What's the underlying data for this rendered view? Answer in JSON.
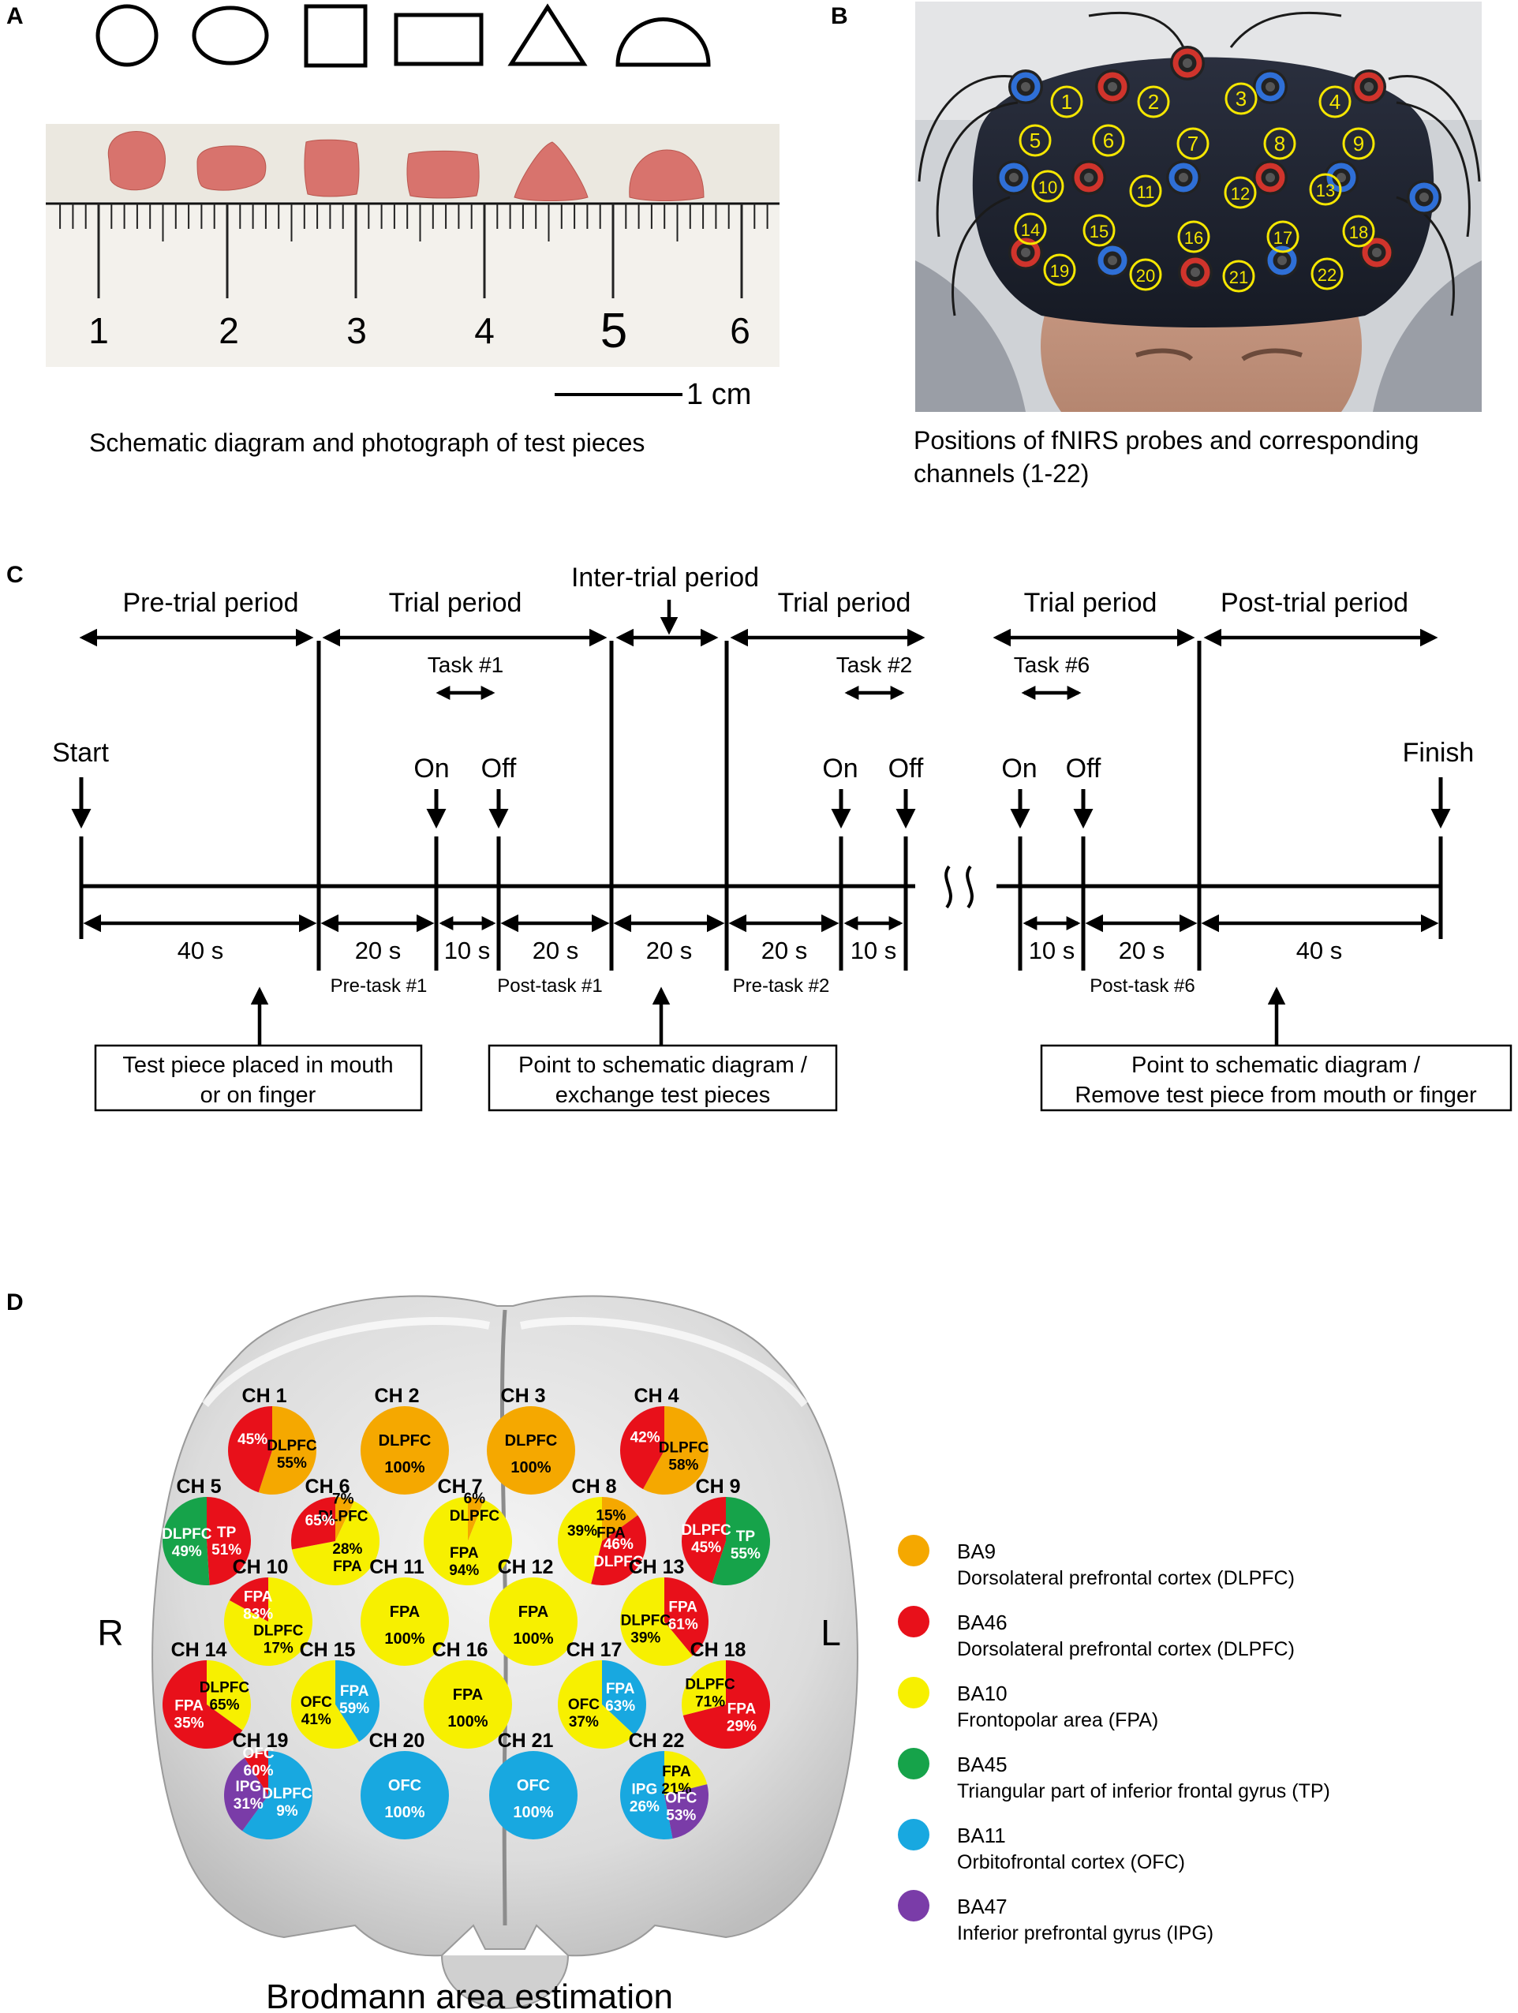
{
  "panel_a": {
    "letter": "A",
    "shapes": [
      "circle",
      "ellipse",
      "square",
      "rectangle",
      "triangle",
      "semicircle"
    ],
    "ruler_numbers": [
      "1",
      "2",
      "3",
      "4",
      "5",
      "6"
    ],
    "scale_label": "1 cm",
    "caption": "Schematic diagram and photograph of test pieces",
    "piece_color": "#d9736e",
    "ruler_bg": "#e9e6df"
  },
  "panel_b": {
    "letter": "B",
    "channels": [
      "1",
      "2",
      "3",
      "4",
      "5",
      "6",
      "7",
      "8",
      "9",
      "10",
      "11",
      "12",
      "13",
      "14",
      "15",
      "16",
      "17",
      "18",
      "19",
      "20",
      "21",
      "22"
    ],
    "caption_line1": "Positions of fNIRS probes and corresponding",
    "caption_line2": "channels (1-22)",
    "badge_color": "#f5e600"
  },
  "panel_c": {
    "letter": "C",
    "periods": {
      "pre_trial": "Pre-trial period",
      "trial1": "Trial period",
      "inter_trial": "Inter-trial period",
      "trial2": "Trial period",
      "trial6": "Trial period",
      "post_trial": "Post-trial period"
    },
    "tasks": {
      "task1": "Task #1",
      "task2": "Task #2",
      "task6": "Task #6"
    },
    "events": {
      "start": "Start",
      "finish": "Finish",
      "on": "On",
      "off": "Off"
    },
    "durations": [
      "40 s",
      "20 s",
      "10 s",
      "20 s",
      "20 s",
      "20 s",
      "10 s",
      "10 s",
      "20 s",
      "40 s"
    ],
    "sublabels": {
      "pre_task1": "Pre-task #1",
      "post_task1": "Post-task #1",
      "pre_task2": "Pre-task #2",
      "post_task6": "Post-task #6"
    },
    "boxes": {
      "box1_line1": "Test piece placed in mouth",
      "box1_line2": "or on finger",
      "box2_line1": "Point to schematic diagram /",
      "box2_line2": "exchange test pieces",
      "box3_line1": "Point to schematic diagram /",
      "box3_line2": "Remove test piece from mouth or finger"
    }
  },
  "panel_d": {
    "letter": "D",
    "side_r": "R",
    "side_l": "L",
    "title": "Brodmann area estimation",
    "colors": {
      "BA9": "#f5a800",
      "BA46": "#e8101a",
      "BA10": "#f7f000",
      "BA45": "#16a34a",
      "BA11": "#18a8e0",
      "BA47": "#7a3ca8"
    },
    "legend": [
      {
        "ba": "BA9",
        "desc": "Dorsolateral prefrontal cortex (DLPFC)"
      },
      {
        "ba": "BA46",
        "desc": "Dorsolateral prefrontal cortex (DLPFC)"
      },
      {
        "ba": "BA10",
        "desc": "Frontopolar area (FPA)"
      },
      {
        "ba": "BA45",
        "desc": "Triangular part of inferior frontal gyrus (TP)"
      },
      {
        "ba": "BA11",
        "desc": "Orbitofrontal cortex (OFC)"
      },
      {
        "ba": "BA47",
        "desc": "Inferior prefrontal gyrus (IPG)"
      }
    ],
    "channels": [
      {
        "name": "CH 1",
        "slices": [
          {
            "ba": "BA9",
            "pct": 55
          },
          {
            "ba": "BA46",
            "pct": 45
          }
        ],
        "labels": [
          "DLPFC",
          "55%",
          "45%"
        ]
      },
      {
        "name": "CH 2",
        "slices": [
          {
            "ba": "BA9",
            "pct": 100
          }
        ],
        "labels": [
          "DLPFC",
          "100%"
        ]
      },
      {
        "name": "CH 3",
        "slices": [
          {
            "ba": "BA9",
            "pct": 100
          }
        ],
        "labels": [
          "DLPFC",
          "100%"
        ]
      },
      {
        "name": "CH 4",
        "slices": [
          {
            "ba": "BA9",
            "pct": 58
          },
          {
            "ba": "BA46",
            "pct": 42
          }
        ],
        "labels": [
          "DLPFC",
          "58%",
          "42%"
        ]
      },
      {
        "name": "CH 5",
        "slices": [
          {
            "ba": "BA46",
            "pct": 49
          },
          {
            "ba": "BA45",
            "pct": 51
          }
        ],
        "labels": [
          "TP",
          "51%",
          "DLPFC",
          "49%"
        ]
      },
      {
        "name": "CH 6",
        "slices": [
          {
            "ba": "BA9",
            "pct": 7
          },
          {
            "ba": "BA10",
            "pct": 65
          },
          {
            "ba": "BA46",
            "pct": 28
          }
        ],
        "labels": [
          "7%",
          "DLPFC",
          "28%",
          "FPA",
          "65%"
        ]
      },
      {
        "name": "CH 7",
        "slices": [
          {
            "ba": "BA9",
            "pct": 6
          },
          {
            "ba": "BA10",
            "pct": 94
          }
        ],
        "labels": [
          "6%",
          "DLPFC",
          "FPA",
          "94%"
        ]
      },
      {
        "name": "CH 8",
        "slices": [
          {
            "ba": "BA9",
            "pct": 15
          },
          {
            "ba": "BA46",
            "pct": 39
          },
          {
            "ba": "BA10",
            "pct": 46
          }
        ],
        "labels": [
          "15%",
          "FPA",
          "46%",
          "DLPFC",
          "39%"
        ]
      },
      {
        "name": "CH 9",
        "slices": [
          {
            "ba": "BA45",
            "pct": 55
          },
          {
            "ba": "BA46",
            "pct": 45
          }
        ],
        "labels": [
          "TP",
          "55%",
          "DLPFC",
          "45%"
        ]
      },
      {
        "name": "CH 10",
        "slices": [
          {
            "ba": "BA10",
            "pct": 83
          },
          {
            "ba": "BA46",
            "pct": 17
          }
        ],
        "labels": [
          "DLPFC",
          "17%",
          "FPA",
          "83%"
        ]
      },
      {
        "name": "CH 11",
        "slices": [
          {
            "ba": "BA10",
            "pct": 100
          }
        ],
        "labels": [
          "FPA",
          "100%"
        ]
      },
      {
        "name": "CH 12",
        "slices": [
          {
            "ba": "BA10",
            "pct": 100
          }
        ],
        "labels": [
          "FPA",
          "100%"
        ]
      },
      {
        "name": "CH 13",
        "slices": [
          {
            "ba": "BA46",
            "pct": 39
          },
          {
            "ba": "BA10",
            "pct": 61
          }
        ],
        "labels": [
          "FPA",
          "61%",
          "DLPFC",
          "39%"
        ]
      },
      {
        "name": "CH 14",
        "slices": [
          {
            "ba": "BA10",
            "pct": 35
          },
          {
            "ba": "BA46",
            "pct": 65
          }
        ],
        "labels": [
          "DLPFC",
          "65%",
          "FPA",
          "35%"
        ]
      },
      {
        "name": "CH 15",
        "slices": [
          {
            "ba": "BA11",
            "pct": 41
          },
          {
            "ba": "BA10",
            "pct": 59
          }
        ],
        "labels": [
          "FPA",
          "59%",
          "OFC",
          "41%"
        ]
      },
      {
        "name": "CH 16",
        "slices": [
          {
            "ba": "BA10",
            "pct": 100
          }
        ],
        "labels": [
          "FPA",
          "100%"
        ]
      },
      {
        "name": "CH 17",
        "slices": [
          {
            "ba": "BA11",
            "pct": 37
          },
          {
            "ba": "BA10",
            "pct": 63
          }
        ],
        "labels": [
          "FPA",
          "63%",
          "OFC",
          "37%"
        ]
      },
      {
        "name": "CH 18",
        "slices": [
          {
            "ba": "BA46",
            "pct": 71
          },
          {
            "ba": "BA10",
            "pct": 29
          }
        ],
        "labels": [
          "FPA",
          "29%",
          "DLPFC",
          "71%"
        ]
      },
      {
        "name": "CH 19",
        "slices": [
          {
            "ba": "BA11",
            "pct": 60
          },
          {
            "ba": "BA47",
            "pct": 31
          },
          {
            "ba": "BA46",
            "pct": 9
          }
        ],
        "labels": [
          "DLPFC",
          "9%",
          "IPG",
          "31%",
          "OFC",
          "60%"
        ]
      },
      {
        "name": "CH 20",
        "slices": [
          {
            "ba": "BA11",
            "pct": 100
          }
        ],
        "labels": [
          "OFC",
          "100%"
        ]
      },
      {
        "name": "CH 21",
        "slices": [
          {
            "ba": "BA11",
            "pct": 100
          }
        ],
        "labels": [
          "OFC",
          "100%"
        ]
      },
      {
        "name": "CH 22",
        "slices": [
          {
            "ba": "BA10",
            "pct": 21
          },
          {
            "ba": "BA47",
            "pct": 26
          },
          {
            "ba": "BA11",
            "pct": 53
          }
        ],
        "labels": [
          "FPA",
          "21%",
          "OFC",
          "53%",
          "IPG",
          "26%"
        ]
      }
    ]
  }
}
